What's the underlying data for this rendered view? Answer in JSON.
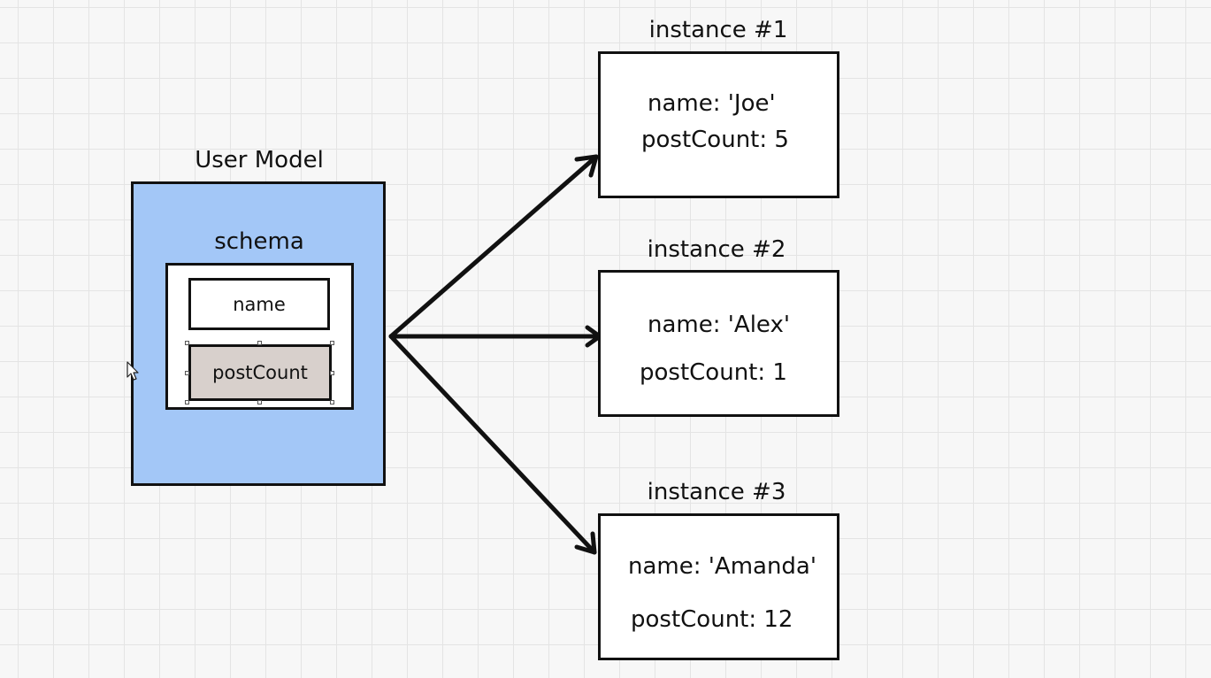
{
  "model": {
    "title": "User Model",
    "schema_title": "schema",
    "fields": [
      "name",
      "postCount"
    ],
    "fill_color": "#a3c7f7",
    "selected_field_color": "#d8d0cc"
  },
  "instances": [
    {
      "title": "instance #1",
      "name_line": "name: 'Joe'",
      "count_line": "postCount: 5"
    },
    {
      "title": "instance #2",
      "name_line": "name: 'Alex'",
      "count_line": "postCount: 1"
    },
    {
      "title": "instance #3",
      "name_line": "name: 'Amanda'",
      "count_line": "postCount: 12"
    }
  ]
}
